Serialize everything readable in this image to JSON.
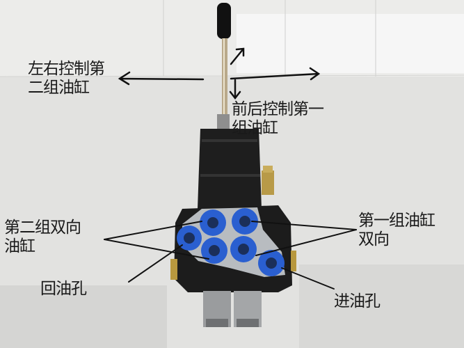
{
  "labels": {
    "left_right_line1": "左右控制第",
    "left_right_line2": "二组油缸",
    "front_back_line1": "前后控制第一",
    "front_back_line2": "组油缸",
    "group2_line1": "第二组双向",
    "group2_line2": "油缸",
    "group1_line1": "第一组油缸",
    "group1_line2": "双向",
    "return_port": "回油孔",
    "inlet_port": "进油孔"
  },
  "colors": {
    "port_cap": "#2a5fd0",
    "valve_body": "#1c1c1c",
    "background": "#e4e4e2"
  }
}
